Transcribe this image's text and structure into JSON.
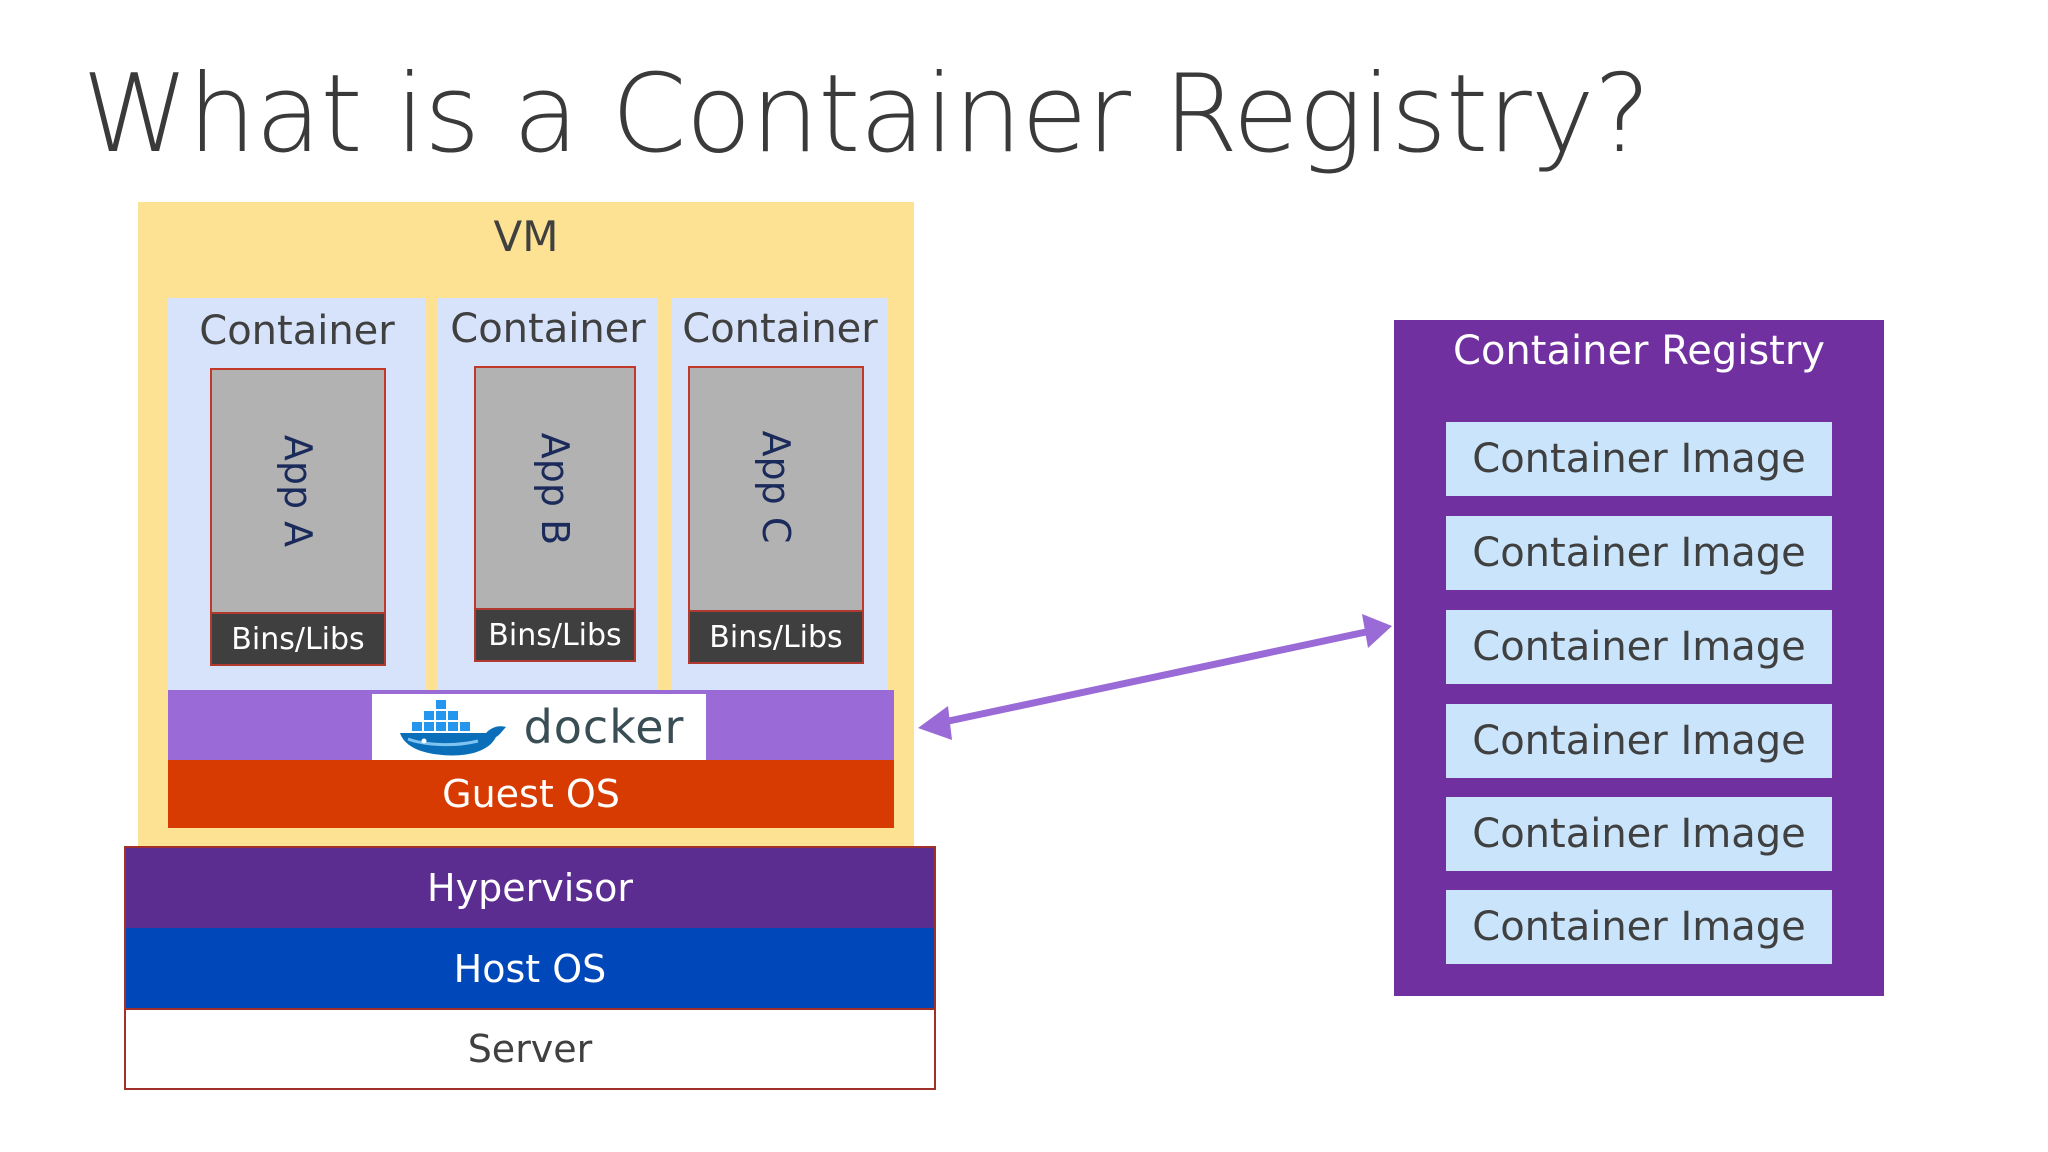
{
  "title": "What is a Container Registry?",
  "vm": {
    "label": "VM"
  },
  "containers": [
    {
      "label": "Container",
      "app": "App A",
      "bins": "Bins/Libs"
    },
    {
      "label": "Container",
      "app": "App B",
      "bins": "Bins/Libs"
    },
    {
      "label": "Container",
      "app": "App C",
      "bins": "Bins/Libs"
    }
  ],
  "docker": {
    "label": "docker",
    "icon": "docker-whale-icon"
  },
  "layers": {
    "guest_os": "Guest OS",
    "hypervisor": "Hypervisor",
    "host_os": "Host OS",
    "server": "Server"
  },
  "registry": {
    "label": "Container Registry",
    "images": [
      "Container Image",
      "Container Image",
      "Container Image",
      "Container Image",
      "Container Image",
      "Container Image"
    ]
  },
  "colors": {
    "vm": "#fde294",
    "container": "#d6e3fb",
    "docker_band": "#9a6ad6",
    "guest_os": "#d83b01",
    "hypervisor": "#5c2d91",
    "host_os": "#0047b9",
    "registry": "#7030a0",
    "image": "#c9e4fb",
    "arrow": "#9a6ad6"
  }
}
